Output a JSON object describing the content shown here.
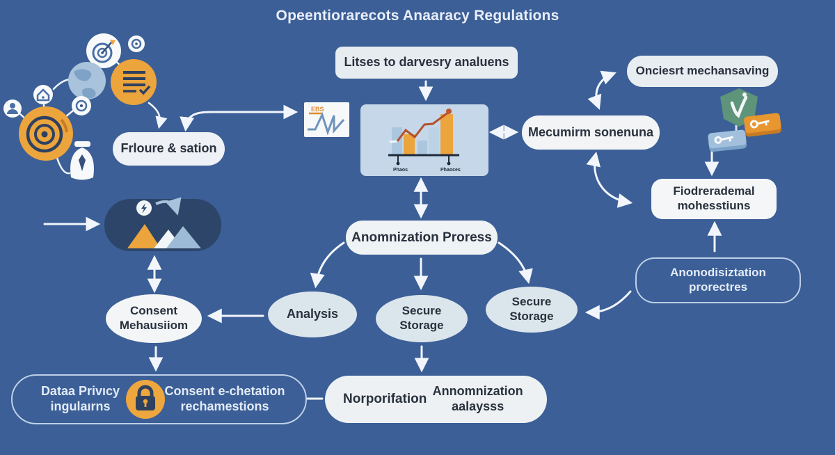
{
  "title": "Opeentiorarecots Anaaracy Regulations",
  "colors": {
    "background": "#3b5f96",
    "accent_orange": "#eca43c",
    "box_light": "#eef1f5",
    "ellipse_fill": "#dbe5ec",
    "dark_navy_box": "#2c4569",
    "green_shield": "#5e9479",
    "arrow": "#f2f6fc",
    "text_dark": "#28313d",
    "text_light": "#e4ebf8",
    "chart_panel": "#c5d7e9",
    "chart_line": "#b5502e"
  },
  "nodes": {
    "harvest_box": {
      "label": "Litses to darvesry analuens"
    },
    "floure_box": {
      "label": "Frloure & sation"
    },
    "mecumim_box": {
      "label": "Mecumirm sonenuna"
    },
    "oncesrt_box": {
      "label": "Onciesrt mechansaving"
    },
    "fiodrerademal_box": {
      "line1": "Fiodrerademal",
      "line2": "mohesstiuns"
    },
    "anomnization_box": {
      "label": "Anomnization Proress"
    },
    "anonodisiztation_box": {
      "line1": "Anonodisiztation",
      "line2": "prorectres"
    },
    "consent_ellipse": {
      "line1": "Consent",
      "line2": "Mehausiiom"
    },
    "analysis_ellipse": {
      "label": "Analysis"
    },
    "secure_storage_ellipse_1": {
      "line1": "Secure",
      "line2": "Storage"
    },
    "secure_storage_ellipse_2": {
      "line1": "Secure",
      "line2": "Storage"
    },
    "data_privacy_label": {
      "line1": "Dataa Privıcy",
      "line2": "ingulaırns"
    },
    "consent_echetation_label": {
      "line1": "Consent e-chetation",
      "line2": "rechamestions"
    },
    "norporifation_label": {
      "label": "Norporifation"
    },
    "annomnization_label": {
      "line1": "Annomnization",
      "line2": "aalaysss"
    }
  },
  "chart_icon_label": "EBS",
  "chart_panel": {
    "tick_label_1": "Phaos",
    "tick_label_2": "Phaoces"
  }
}
